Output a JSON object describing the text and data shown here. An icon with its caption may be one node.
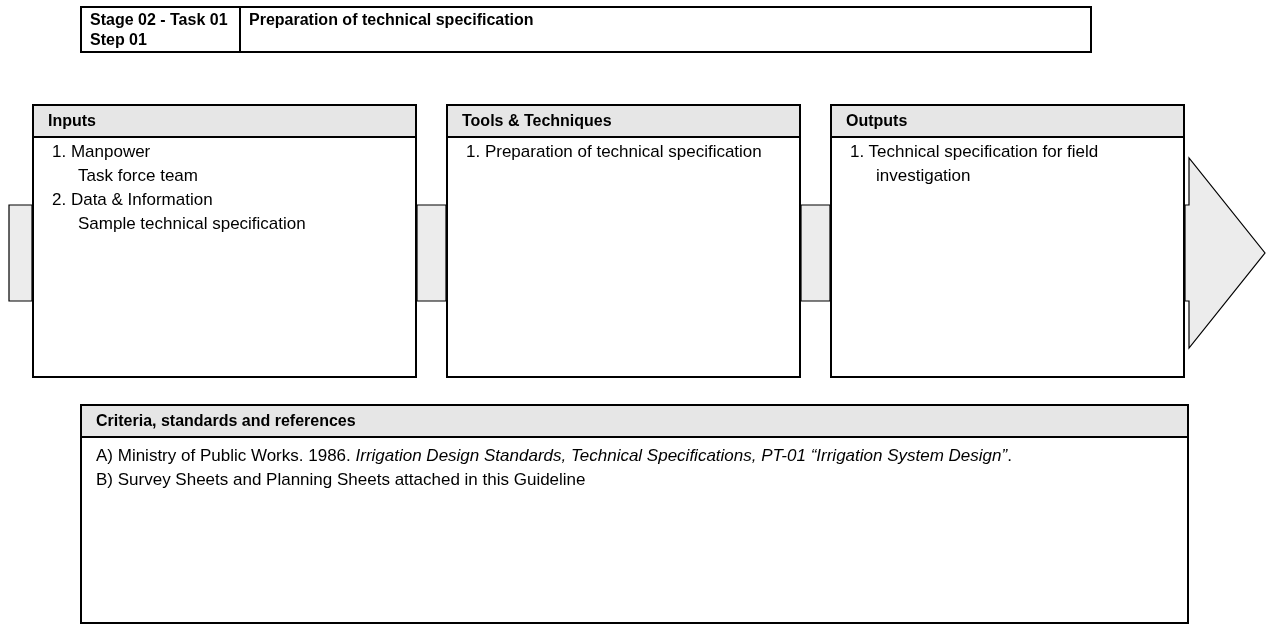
{
  "diagram": {
    "nodes": [
      {
        "text": [
          "Stage 02 - Task 01 Step 01",
          "Preparation of technical specification"
        ]
      },
      {
        "text": [
          "Inputs",
          "1. Manpower",
          "Task force team",
          "2. Data & Information",
          "Sample technical specification"
        ]
      },
      {
        "text": [
          "Tools & Techniques",
          "1. Preparation of technical specification"
        ]
      },
      {
        "text": [
          "Outputs",
          "1. Technical specification for field investigation"
        ]
      },
      {
        "text": [
          "Criteria, standards and references",
          "A) Ministry of Public Works. 1986. *Irrigation Design Standards, Technical Specifications, PT-01 “Irrigation System Design”*.",
          "B) Survey Sheets and Planning Sheets attached in this Guideline"
        ]
      }
    ],
    "edges": [
      {
        "from": null,
        "to": 1,
        "arrow": "none"
      },
      {
        "from": 1,
        "to": 2,
        "arrow": "none"
      },
      {
        "from": 2,
        "to": 3,
        "arrow": "none"
      },
      {
        "from": 3,
        "to": null,
        "arrow": "to"
      }
    ]
  }
}
